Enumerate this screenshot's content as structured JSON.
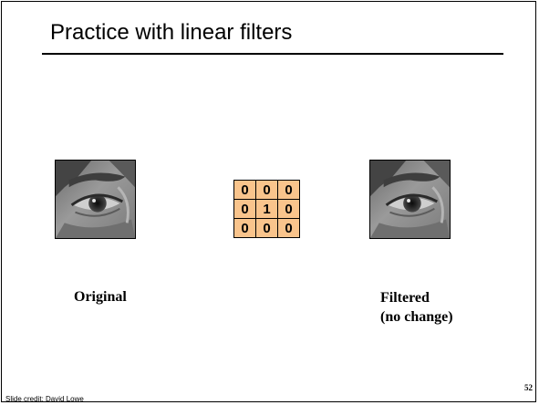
{
  "slide": {
    "title": "Practice with linear filters",
    "kernel": [
      [
        "0",
        "0",
        "0"
      ],
      [
        "0",
        "1",
        "0"
      ],
      [
        "0",
        "0",
        "0"
      ]
    ],
    "original_label": "Original",
    "filtered_label_line1": "Filtered",
    "filtered_label_line2": "(no change)",
    "credit": "Slide credit: David Lowe",
    "page_number": "52"
  }
}
